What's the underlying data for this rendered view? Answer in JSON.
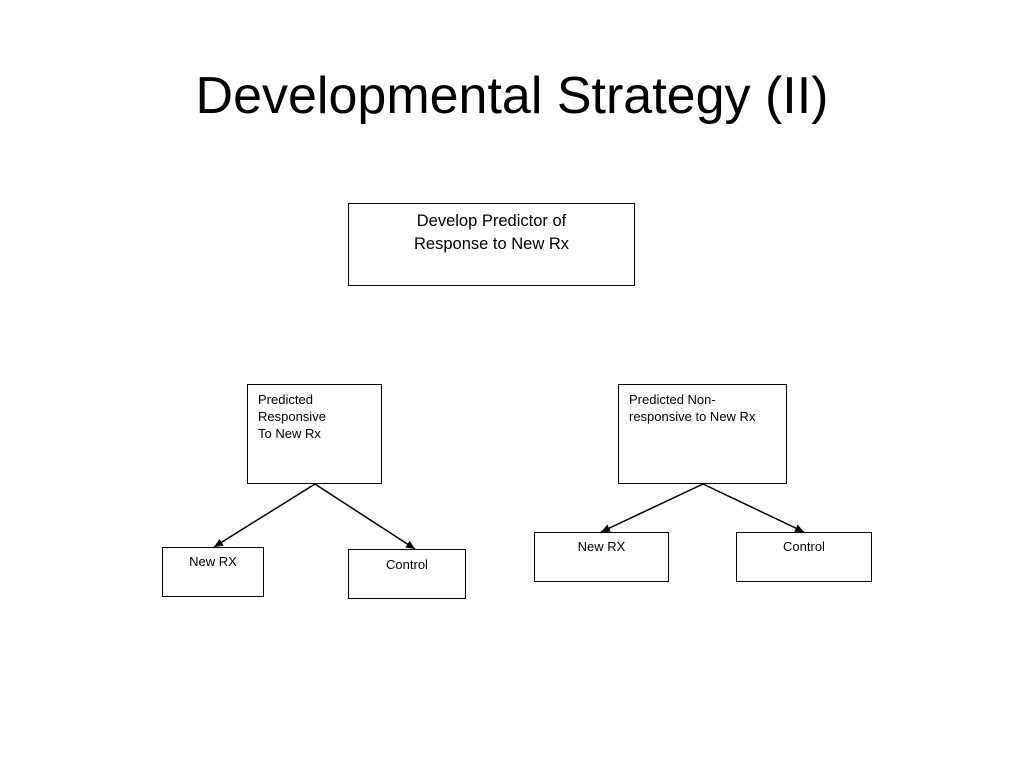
{
  "slide": {
    "title": "Developmental Strategy (II)"
  },
  "diagram": {
    "root": {
      "text": "Develop Predictor of\nResponse to New Rx"
    },
    "branches": [
      {
        "text": "Predicted\nResponsive\nTo New Rx",
        "leaves": [
          {
            "text": "New RX"
          },
          {
            "text": "Control"
          }
        ]
      },
      {
        "text": "Predicted Non-\nresponsive to New Rx",
        "leaves": [
          {
            "text": "New RX"
          },
          {
            "text": "Control"
          }
        ]
      }
    ]
  },
  "colors": {
    "line": "#000000",
    "background": "#ffffff"
  }
}
